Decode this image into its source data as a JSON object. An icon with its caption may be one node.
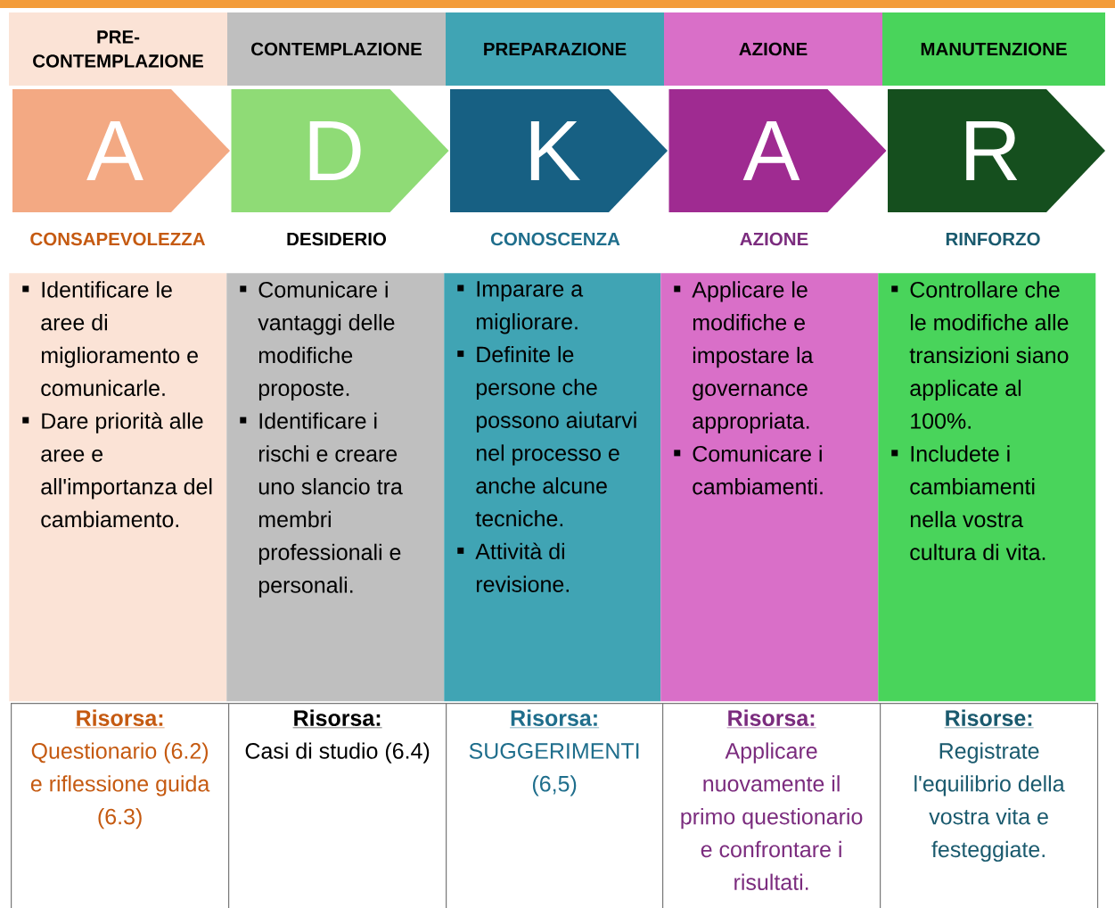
{
  "diagram": {
    "nodes": [
      {
        "text": [
          "PRE-CONTEMPLAZIONE"
        ]
      },
      {
        "text": [
          "CONTEMPLAZIONE"
        ]
      },
      {
        "text": [
          "PREPARAZIONE"
        ]
      },
      {
        "text": [
          "AZIONE"
        ]
      },
      {
        "text": [
          "MANUTENZIONE"
        ]
      },
      {
        "text": [
          "A"
        ],
        "beside": [
          "CONSAPEVOLEZZA"
        ]
      },
      {
        "text": [
          "D"
        ],
        "beside": [
          "DESIDERIO"
        ]
      },
      {
        "text": [
          "K"
        ],
        "beside": [
          "CONOSCENZA"
        ]
      },
      {
        "text": [
          "A"
        ],
        "beside": [
          "AZIONE"
        ]
      },
      {
        "text": [
          "R"
        ],
        "beside": [
          "RINFORZO"
        ]
      },
      {
        "text": [
          "Identificare le aree di miglioramento e comunicarle.",
          "Dare priorità alle aree e all'importanza del cambiamento."
        ]
      },
      {
        "text": [
          "Comunicare i vantaggi delle modifiche proposte.",
          "Identificare i rischi e creare uno slancio tra membri professionali e personali."
        ]
      },
      {
        "text": [
          "Imparare a migliorare.",
          "Definite le persone che possono aiutarvi nel processo e anche alcune tecniche.",
          "Attività di revisione."
        ]
      },
      {
        "text": [
          "Applicare le modifiche e impostare la governance appropriata.",
          "Comunicare i cambiamenti."
        ]
      },
      {
        "text": [
          "Controllare che le modifiche alle transizioni siano applicate al 100%.",
          "Includete i cambiamenti nella vostra cultura di vita."
        ]
      },
      {
        "text": [
          "Risorsa:",
          "Questionario (6.2) e riflessione guida (6.3)"
        ]
      },
      {
        "text": [
          "Risorsa:",
          "Casi di studio (6.4)"
        ]
      },
      {
        "text": [
          "Risorsa:",
          "SUGGERIMENTI (6,5)"
        ]
      },
      {
        "text": [
          "Risorsa:",
          "Applicare nuovamente il primo questionario e confrontare i risultati."
        ]
      },
      {
        "text": [
          "Risorse:",
          "Registrate l'equilibrio della vostra vita e festeggiate."
        ]
      }
    ]
  }
}
